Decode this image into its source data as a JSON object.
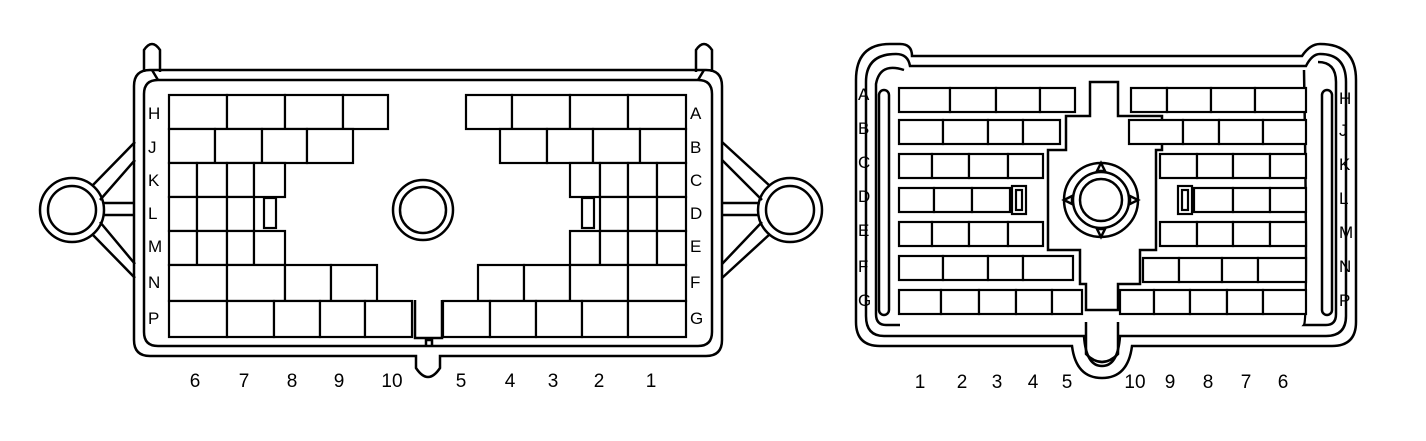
{
  "colors": {
    "stroke": "#000000",
    "background": "#ffffff"
  },
  "left_connector": {
    "row_labels_left": [
      "H",
      "J",
      "K",
      "L",
      "M",
      "N",
      "P"
    ],
    "row_labels_right": [
      "A",
      "B",
      "C",
      "D",
      "E",
      "F",
      "G"
    ],
    "column_numbers": [
      "6",
      "7",
      "8",
      "9",
      "10",
      "5",
      "4",
      "3",
      "2",
      "1"
    ]
  },
  "right_connector": {
    "row_labels_left": [
      "A",
      "B",
      "C",
      "D",
      "E",
      "F",
      "G"
    ],
    "row_labels_right": [
      "H",
      "J",
      "K",
      "L",
      "M",
      "N",
      "P"
    ],
    "column_numbers": [
      "1",
      "2",
      "3",
      "4",
      "5",
      "10",
      "9",
      "8",
      "7",
      "6"
    ]
  }
}
